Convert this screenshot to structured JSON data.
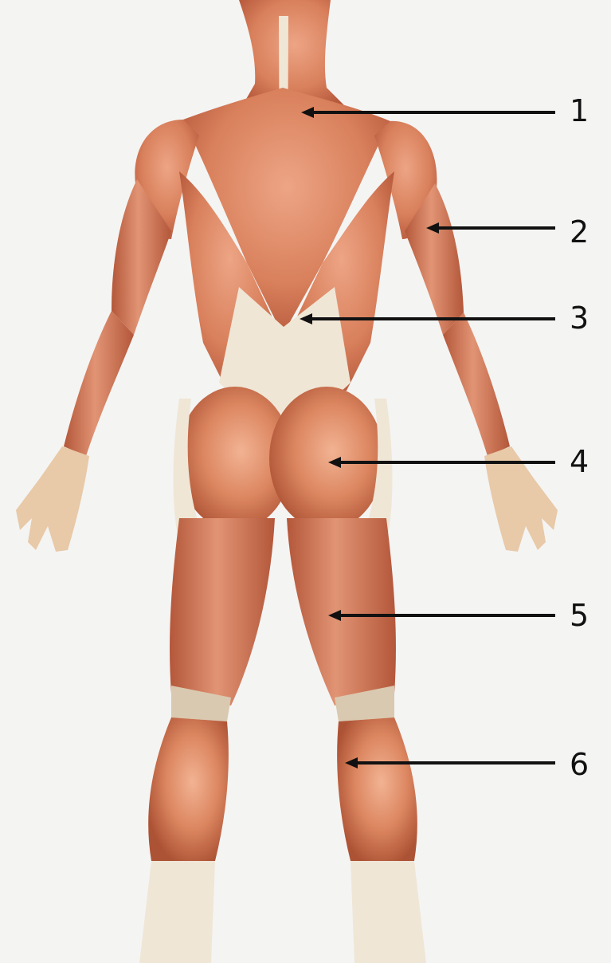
{
  "colors": {
    "background": "#f4f4f3",
    "muscle": "#d9805c",
    "muscle_dark": "#b4573a",
    "muscle_light": "#eda585",
    "tendon": "#efe6d6",
    "tendon_shade": "#d9c9b0",
    "skin": "#e8c9a8",
    "arrow": "#111111"
  },
  "figure": {
    "view": "posterior",
    "icon": "human-muscular-back-figure"
  },
  "labels": [
    {
      "number": "1"
    },
    {
      "number": "2"
    },
    {
      "number": "3"
    },
    {
      "number": "4"
    },
    {
      "number": "5"
    },
    {
      "number": "6"
    }
  ]
}
